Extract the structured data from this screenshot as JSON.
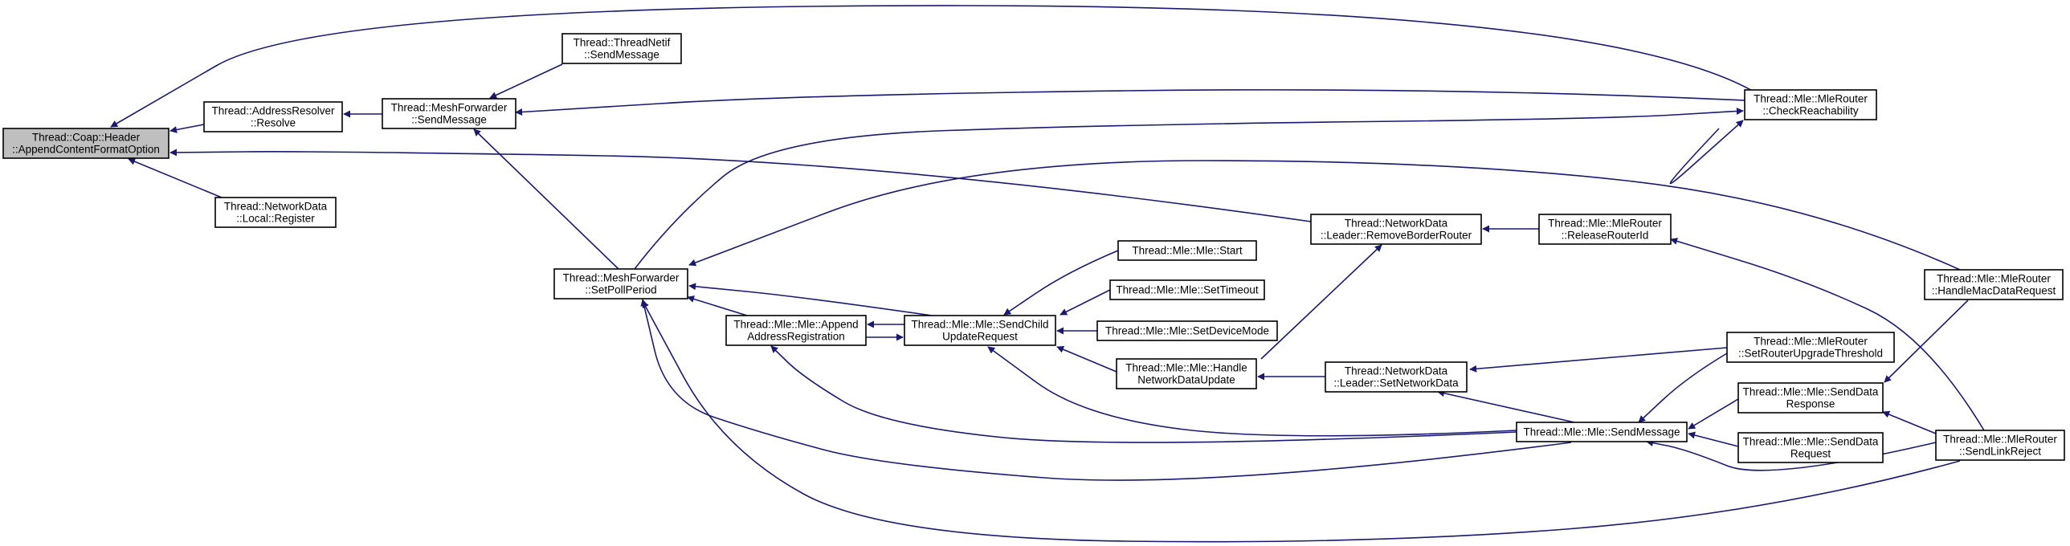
{
  "graph": {
    "edge_color": "#191970",
    "root_fill": "#bfbfbf",
    "nodes": [
      {
        "id": "root",
        "lines": [
          "Thread::Coap::Header",
          "::AppendContentFormatOption"
        ]
      },
      {
        "id": "addrres",
        "lines": [
          "Thread::AddressResolver",
          "::Resolve"
        ]
      },
      {
        "id": "ndlocal",
        "lines": [
          "Thread::NetworkData",
          "::Local::Register"
        ]
      },
      {
        "id": "mfsend",
        "lines": [
          "Thread::MeshForwarder",
          "::SendMessage"
        ]
      },
      {
        "id": "netif",
        "lines": [
          "Thread::ThreadNetif",
          "::SendMessage"
        ]
      },
      {
        "id": "setpoll",
        "lines": [
          "Thread::MeshForwarder",
          "::SetPollPeriod"
        ]
      },
      {
        "id": "appendaddr",
        "lines": [
          "Thread::Mle::Mle::Append",
          "AddressRegistration"
        ]
      },
      {
        "id": "sendchild",
        "lines": [
          "Thread::Mle::Mle::SendChild",
          "UpdateRequest"
        ]
      },
      {
        "id": "start",
        "lines": [
          "Thread::Mle::Mle::Start"
        ]
      },
      {
        "id": "settimeout",
        "lines": [
          "Thread::Mle::Mle::SetTimeout"
        ]
      },
      {
        "id": "setdevmode",
        "lines": [
          "Thread::Mle::Mle::SetDeviceMode"
        ]
      },
      {
        "id": "handlend",
        "lines": [
          "Thread::Mle::Mle::Handle",
          "NetworkDataUpdate"
        ]
      },
      {
        "id": "rmborder",
        "lines": [
          "Thread::NetworkData",
          "::Leader::RemoveBorderRouter"
        ]
      },
      {
        "id": "setnd",
        "lines": [
          "Thread::NetworkData",
          "::Leader::SetNetworkData"
        ]
      },
      {
        "id": "mlesend",
        "lines": [
          "Thread::Mle::Mle::SendMessage"
        ]
      },
      {
        "id": "releaserid",
        "lines": [
          "Thread::Mle::MleRouter",
          "::ReleaseRouterId"
        ]
      },
      {
        "id": "checkreach",
        "lines": [
          "Thread::Mle::MleRouter",
          "::CheckReachability"
        ]
      },
      {
        "id": "upgradethr",
        "lines": [
          "Thread::Mle::MleRouter",
          "::SetRouterUpgradeThreshold"
        ]
      },
      {
        "id": "senddataresp",
        "lines": [
          "Thread::Mle::Mle::SendData",
          "Response"
        ]
      },
      {
        "id": "senddatareq",
        "lines": [
          "Thread::Mle::Mle::SendData",
          "Request"
        ]
      },
      {
        "id": "handlemac",
        "lines": [
          "Thread::Mle::MleRouter",
          "::HandleMacDataRequest"
        ]
      },
      {
        "id": "linkreject",
        "lines": [
          "Thread::Mle::MleRouter",
          "::SendLinkReject"
        ]
      }
    ],
    "edges": [
      {
        "from": "addrres",
        "to": "root"
      },
      {
        "from": "ndlocal",
        "to": "root"
      },
      {
        "from": "checkreach",
        "to": "root"
      },
      {
        "from": "rmborder",
        "to": "root"
      },
      {
        "from": "mfsend",
        "to": "addrres"
      },
      {
        "from": "netif",
        "to": "mfsend"
      },
      {
        "from": "checkreach",
        "to": "mfsend"
      },
      {
        "from": "setpoll",
        "to": "mfsend"
      },
      {
        "from": "releaserid",
        "to": "checkreach"
      },
      {
        "from": "setpoll",
        "to": "checkreach"
      },
      {
        "from": "releaserid",
        "to": "rmborder"
      },
      {
        "from": "handlend",
        "to": "rmborder"
      },
      {
        "from": "linkreject",
        "to": "releaserid"
      },
      {
        "from": "handlemac",
        "to": "setpoll"
      },
      {
        "from": "sendchild",
        "to": "setpoll"
      },
      {
        "from": "appendaddr",
        "to": "setpoll"
      },
      {
        "from": "mlesend",
        "to": "setpoll"
      },
      {
        "from": "linkreject",
        "to": "setpoll"
      },
      {
        "from": "sendchild",
        "to": "appendaddr"
      },
      {
        "from": "mlesend",
        "to": "appendaddr"
      },
      {
        "from": "appendaddr",
        "to": "sendchild"
      },
      {
        "from": "start",
        "to": "sendchild"
      },
      {
        "from": "settimeout",
        "to": "sendchild"
      },
      {
        "from": "setdevmode",
        "to": "sendchild"
      },
      {
        "from": "handlend",
        "to": "sendchild"
      },
      {
        "from": "mlesend",
        "to": "sendchild"
      },
      {
        "from": "setnd",
        "to": "handlend"
      },
      {
        "from": "upgradethr",
        "to": "setnd"
      },
      {
        "from": "mlesend",
        "to": "setnd"
      },
      {
        "from": "upgradethr",
        "to": "mlesend"
      },
      {
        "from": "senddataresp",
        "to": "mlesend"
      },
      {
        "from": "senddatareq",
        "to": "mlesend"
      },
      {
        "from": "linkreject",
        "to": "mlesend"
      },
      {
        "from": "handlemac",
        "to": "senddataresp"
      },
      {
        "from": "linkreject",
        "to": "senddataresp"
      }
    ]
  }
}
